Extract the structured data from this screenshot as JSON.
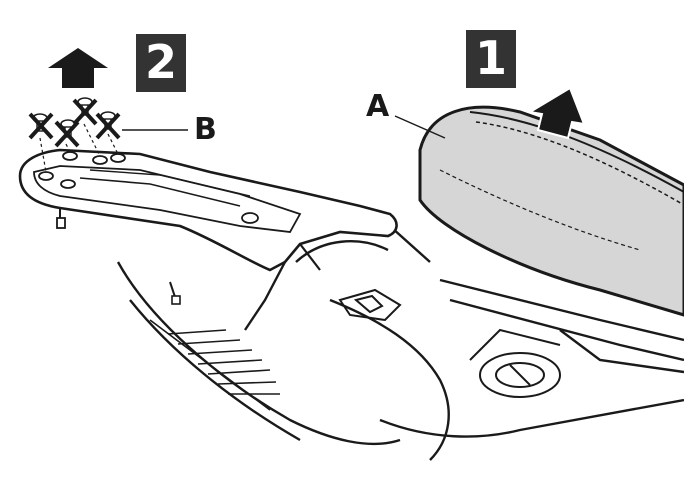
{
  "steps": [
    {
      "number": "2",
      "action": "lift",
      "icon": "up-arrow-icon"
    },
    {
      "number": "1",
      "action": "lift",
      "icon": "up-arrow-icon"
    }
  ],
  "callouts": {
    "a": "A",
    "b": "B"
  },
  "parts": {
    "a": "seat-icon",
    "b": "screw-icon",
    "removed_screw_count": 4
  },
  "colors": {
    "step_box": "#333333",
    "step_text": "#ffffff",
    "line_art": "#1a1a1a",
    "seat_fill": "#d6d6d6",
    "arrow": "#1a1a1a"
  }
}
